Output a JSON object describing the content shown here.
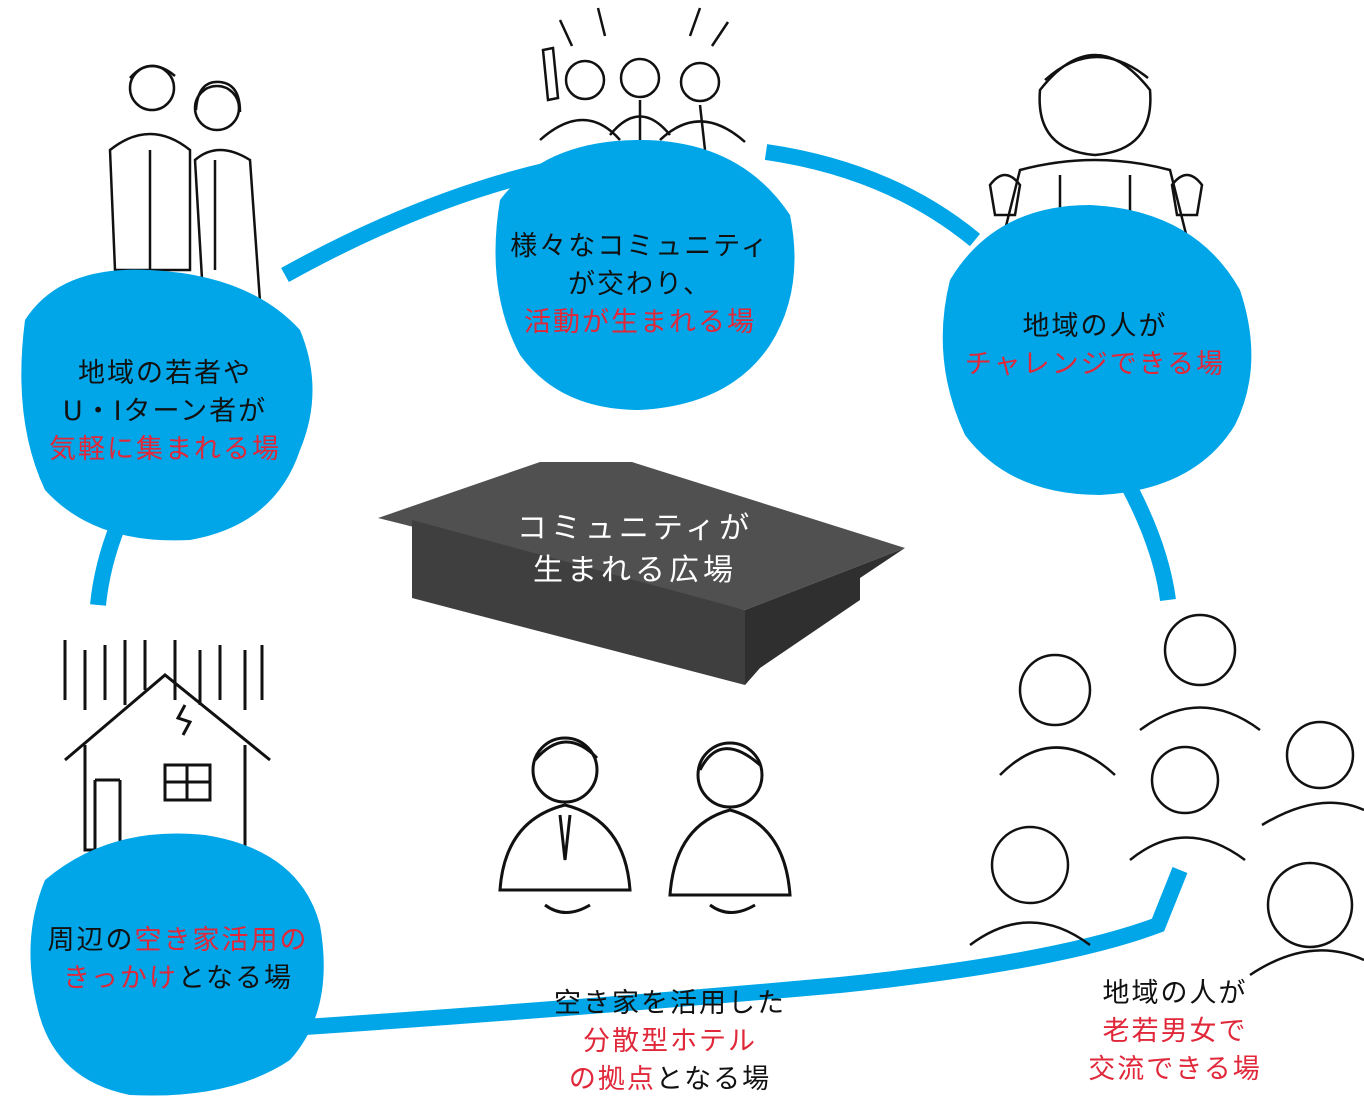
{
  "center": {
    "line1": "コミュニティが",
    "line2": "生まれる広場"
  },
  "nodes": {
    "top_left": {
      "line1": "地域の若者や",
      "line2": "U・Iターン者が",
      "line3_red": "気軽に集まれる場"
    },
    "top_center": {
      "line1": "様々なコミュニティ",
      "line2": "が交わり、",
      "line3_red": "活動が生まれる場"
    },
    "top_right": {
      "line1": "地域の人が",
      "line2_red": "チャレンジできる場"
    },
    "bottom_left": {
      "line1_black_a": "周辺の",
      "line1_red": "空き家活用の",
      "line2_red": "きっかけ",
      "line2_black": "となる場"
    },
    "bottom_center": {
      "line1": "空き家を活用した",
      "line2_red": "分散型ホテル",
      "line3_red": "の拠点",
      "line3_black": "となる場"
    },
    "bottom_right": {
      "line1": "地域の人が",
      "line2_red": "老若男女で",
      "line3_red": "交流できる場"
    }
  },
  "colors": {
    "blob": "#00a6e8",
    "ring": "#00a6e8",
    "red_text": "#e0283a",
    "plaza_top": "#555555",
    "plaza_side": "#3a3a3a"
  }
}
